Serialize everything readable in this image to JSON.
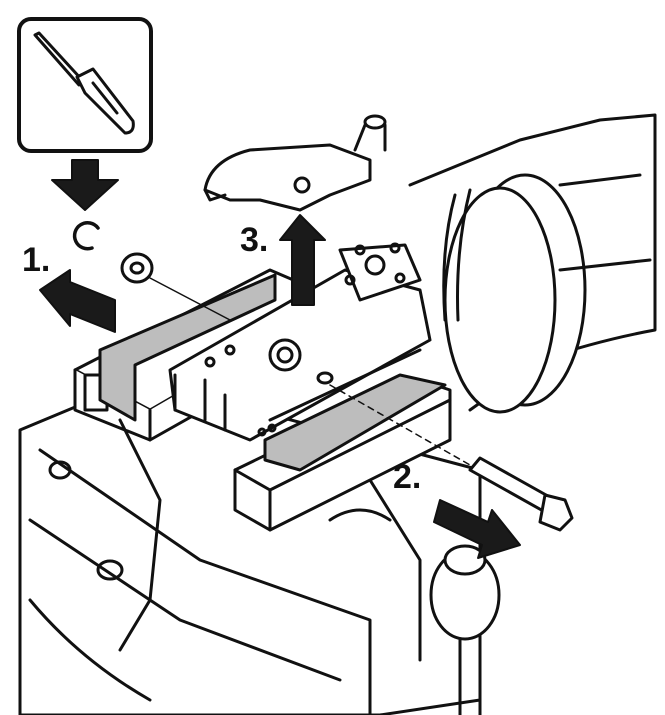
{
  "steps": {
    "step1": "1.",
    "step2": "2.",
    "step3": "3."
  },
  "icons": {
    "tool": "screwdriver-icon",
    "arrow_down": "arrow-down-icon",
    "arrow_left": "arrow-left-icon",
    "arrow_up": "arrow-up-icon",
    "arrow_right": "arrow-right-icon"
  },
  "colors": {
    "line": "#111111",
    "protective_pad": "#bdbdbd",
    "arrow_fill": "#1a1a1a"
  }
}
